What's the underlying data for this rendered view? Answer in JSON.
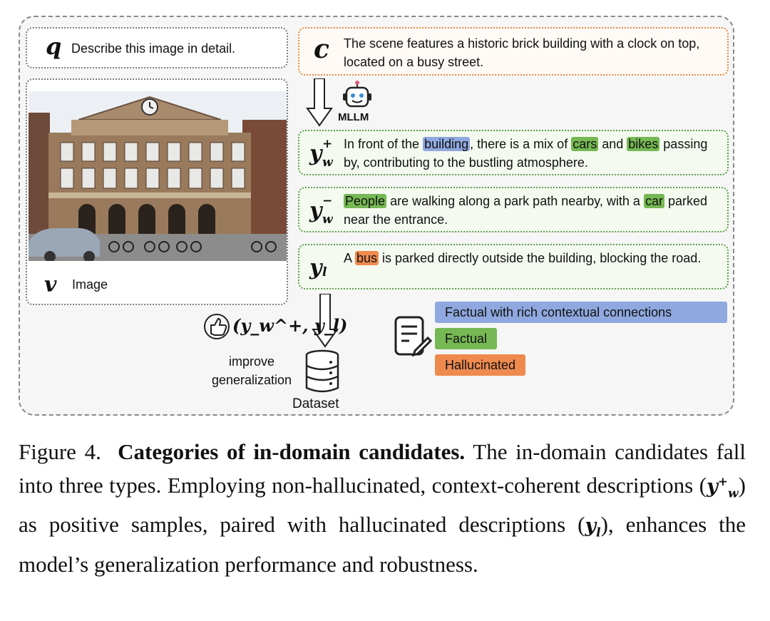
{
  "query": {
    "symbol": "q",
    "text": "Describe this image in detail."
  },
  "image": {
    "symbol": "v",
    "label": "Image"
  },
  "context": {
    "symbol": "c",
    "text": "The scene features a historic brick building with a clock on top, located on a busy street."
  },
  "mllm": {
    "label": "MLLM"
  },
  "candidates": [
    {
      "symbol": "y",
      "sub": "w",
      "sup": "+",
      "parts": [
        {
          "t": "In front of the "
        },
        {
          "t": "building",
          "h": "blue"
        },
        {
          "t": ", there is a mix of "
        },
        {
          "t": "cars",
          "h": "green"
        },
        {
          "t": " and "
        },
        {
          "t": "bikes",
          "h": "green"
        },
        {
          "t": " passing by, contributing to the bustling atmosphere."
        }
      ]
    },
    {
      "symbol": "y",
      "sub": "w",
      "sup": "−",
      "parts": [
        {
          "t": "People",
          "h": "green"
        },
        {
          "t": " are walking along a park path nearby, with a "
        },
        {
          "t": "car",
          "h": "green"
        },
        {
          "t": " parked near the entrance."
        }
      ]
    },
    {
      "symbol": "y",
      "sub": "l",
      "sup": "",
      "parts": [
        {
          "t": "A "
        },
        {
          "t": "bus",
          "h": "orange"
        },
        {
          "t": " is parked directly outside the building, blocking the road."
        }
      ]
    }
  ],
  "pair_label": "(y_w^+, y_l)",
  "improve_label": "improve generalization",
  "dataset_label": "Dataset",
  "legend": [
    {
      "label": "Factual with rich contextual connections",
      "color": "#8fa8df"
    },
    {
      "label": "Factual",
      "color": "#76b854"
    },
    {
      "label": "Hallucinated",
      "color": "#ee8a4e"
    }
  ],
  "caption": {
    "prefix": "Figure 4.",
    "bold": "Categories of in-domain candidates.",
    "s1": "The in-domain candidates fall into three types. Employing non-hallucinated, context-coherent descriptions (",
    "s2": ") as positive samples, paired with hallucinated descriptions (",
    "s3": "), enhances the model’s generalization performance and robustness."
  }
}
